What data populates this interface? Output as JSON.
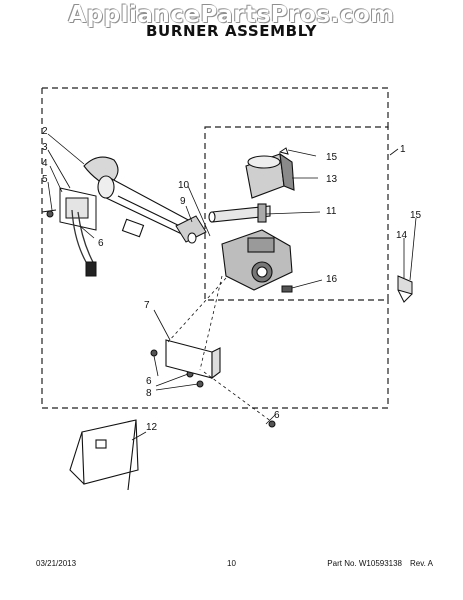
{
  "watermark": "AppliancePartsPros.com",
  "title": "BURNER ASSEMBLY",
  "callouts": {
    "c1": "1",
    "c2": "2",
    "c3": "3",
    "c4": "4",
    "c5": "5",
    "c6a": "6",
    "c6b": "6",
    "c6c": "6",
    "c7": "7",
    "c8": "8",
    "c9": "9",
    "c10": "10",
    "c11": "11",
    "c12": "12",
    "c13": "13",
    "c14": "14",
    "c15a": "15",
    "c15b": "15",
    "c16": "16"
  },
  "footer": {
    "date": "03/21/2013",
    "page": "10",
    "part_no": "Part No.  W10593138",
    "rev": "Rev.  A"
  }
}
